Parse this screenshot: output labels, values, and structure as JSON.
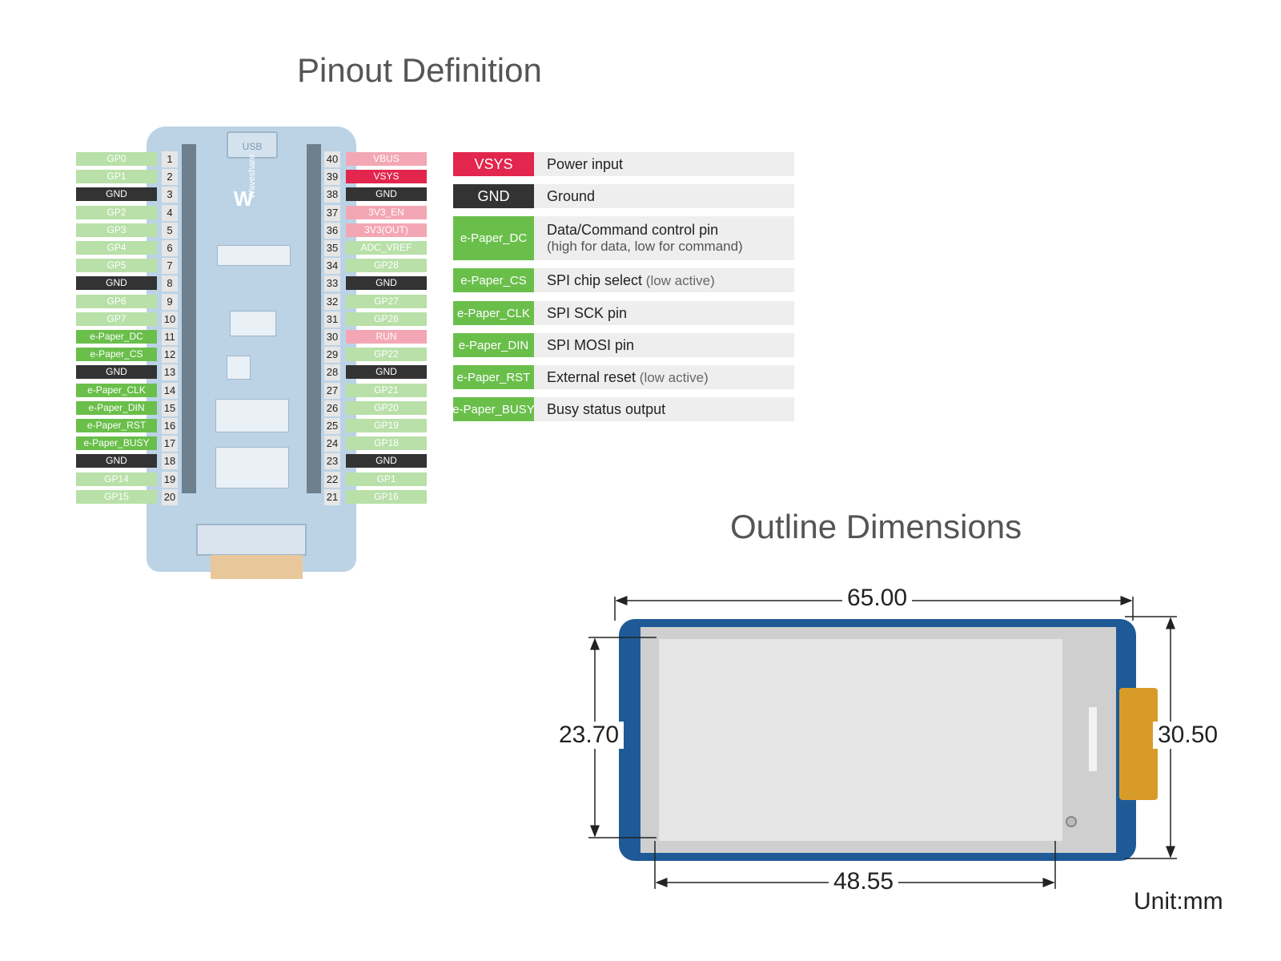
{
  "pinout_title": "Pinout Definition",
  "dimensions_title": "Outline Dimensions",
  "board": {
    "usb_label": "USB",
    "brand": "Waveshare"
  },
  "colors": {
    "gpio": "#b8e0a8",
    "gnd": "#333333",
    "power_light": "#f3a7b4",
    "vsys": "#e2264d",
    "epaper": "#6abf4b"
  },
  "left_pins": [
    {
      "num": "1",
      "label": "GP0",
      "kind": "gpio"
    },
    {
      "num": "2",
      "label": "GP1",
      "kind": "gpio"
    },
    {
      "num": "3",
      "label": "GND",
      "kind": "gnd"
    },
    {
      "num": "4",
      "label": "GP2",
      "kind": "gpio"
    },
    {
      "num": "5",
      "label": "GP3",
      "kind": "gpio"
    },
    {
      "num": "6",
      "label": "GP4",
      "kind": "gpio"
    },
    {
      "num": "7",
      "label": "GP5",
      "kind": "gpio"
    },
    {
      "num": "8",
      "label": "GND",
      "kind": "gnd"
    },
    {
      "num": "9",
      "label": "GP6",
      "kind": "gpio"
    },
    {
      "num": "10",
      "label": "GP7",
      "kind": "gpio"
    },
    {
      "num": "11",
      "label": "e-Paper_DC",
      "kind": "epaper"
    },
    {
      "num": "12",
      "label": "e-Paper_CS",
      "kind": "epaper"
    },
    {
      "num": "13",
      "label": "GND",
      "kind": "gnd"
    },
    {
      "num": "14",
      "label": "e-Paper_CLK",
      "kind": "epaper"
    },
    {
      "num": "15",
      "label": "e-Paper_DIN",
      "kind": "epaper"
    },
    {
      "num": "16",
      "label": "e-Paper_RST",
      "kind": "epaper"
    },
    {
      "num": "17",
      "label": "e-Paper_BUSY",
      "kind": "epaper"
    },
    {
      "num": "18",
      "label": "GND",
      "kind": "gnd"
    },
    {
      "num": "19",
      "label": "GP14",
      "kind": "gpio"
    },
    {
      "num": "20",
      "label": "GP15",
      "kind": "gpio"
    }
  ],
  "right_pins": [
    {
      "num": "40",
      "label": "VBUS",
      "kind": "power_light"
    },
    {
      "num": "39",
      "label": "VSYS",
      "kind": "vsys"
    },
    {
      "num": "38",
      "label": "GND",
      "kind": "gnd"
    },
    {
      "num": "37",
      "label": "3V3_EN",
      "kind": "power_light"
    },
    {
      "num": "36",
      "label": "3V3(OUT)",
      "kind": "power_light"
    },
    {
      "num": "35",
      "label": "ADC_VREF",
      "kind": "gpio"
    },
    {
      "num": "34",
      "label": "GP28",
      "kind": "gpio"
    },
    {
      "num": "33",
      "label": "GND",
      "kind": "gnd"
    },
    {
      "num": "32",
      "label": "GP27",
      "kind": "gpio"
    },
    {
      "num": "31",
      "label": "GP26",
      "kind": "gpio"
    },
    {
      "num": "30",
      "label": "RUN",
      "kind": "power_light"
    },
    {
      "num": "29",
      "label": "GP22",
      "kind": "gpio"
    },
    {
      "num": "28",
      "label": "GND",
      "kind": "gnd"
    },
    {
      "num": "27",
      "label": "GP21",
      "kind": "gpio"
    },
    {
      "num": "26",
      "label": "GP20",
      "kind": "gpio"
    },
    {
      "num": "25",
      "label": "GP19",
      "kind": "gpio"
    },
    {
      "num": "24",
      "label": "GP18",
      "kind": "gpio"
    },
    {
      "num": "23",
      "label": "GND",
      "kind": "gnd"
    },
    {
      "num": "22",
      "label": "GP1",
      "kind": "gpio"
    },
    {
      "num": "21",
      "label": "GP16",
      "kind": "gpio"
    }
  ],
  "legend": [
    {
      "tag": "VSYS",
      "kind": "vsys",
      "desc": "Power input",
      "sub": "",
      "note": ""
    },
    {
      "tag": "GND",
      "kind": "gnd",
      "desc": "Ground",
      "sub": "",
      "note": ""
    },
    {
      "tag": "e-Paper_DC",
      "kind": "epaper",
      "desc": "Data/Command control pin",
      "sub": "(high for data, low for command)",
      "note": ""
    },
    {
      "tag": "e-Paper_CS",
      "kind": "epaper",
      "desc": "SPI chip select",
      "sub": "",
      "note": " (low active)"
    },
    {
      "tag": "e-Paper_CLK",
      "kind": "epaper",
      "desc": "SPI  SCK pin",
      "sub": "",
      "note": ""
    },
    {
      "tag": "e-Paper_DIN",
      "kind": "epaper",
      "desc": "SPI MOSI pin",
      "sub": "",
      "note": ""
    },
    {
      "tag": "e-Paper_RST",
      "kind": "epaper",
      "desc": "External reset",
      "sub": "",
      "note": " (low active)"
    },
    {
      "tag": "e-Paper_BUSY",
      "kind": "epaper",
      "desc": "Busy status output",
      "sub": "",
      "note": ""
    }
  ],
  "dimensions": {
    "width": "65.00",
    "height": "30.50",
    "active_height": "23.70",
    "active_width": "48.55",
    "unit": "Unit:mm"
  }
}
